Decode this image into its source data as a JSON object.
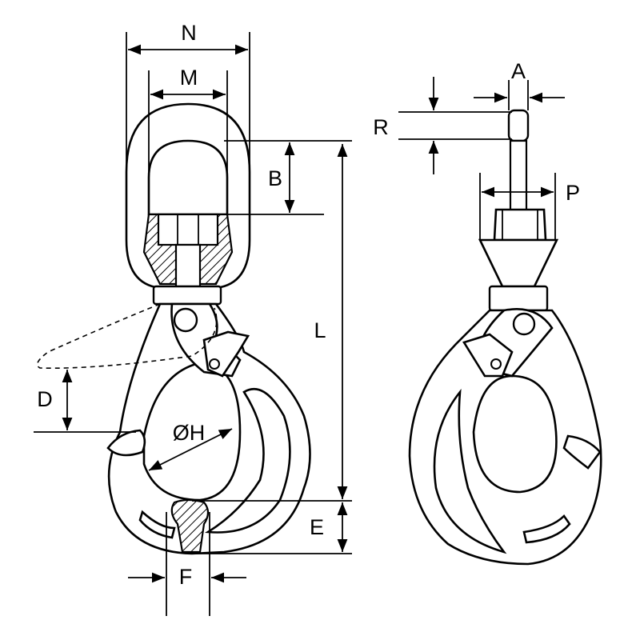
{
  "labels": {
    "N": "N",
    "M": "M",
    "B": "B",
    "L": "L",
    "D": "D",
    "H": "ØH",
    "E": "E",
    "F": "F",
    "A": "A",
    "R": "R",
    "P": "P"
  }
}
